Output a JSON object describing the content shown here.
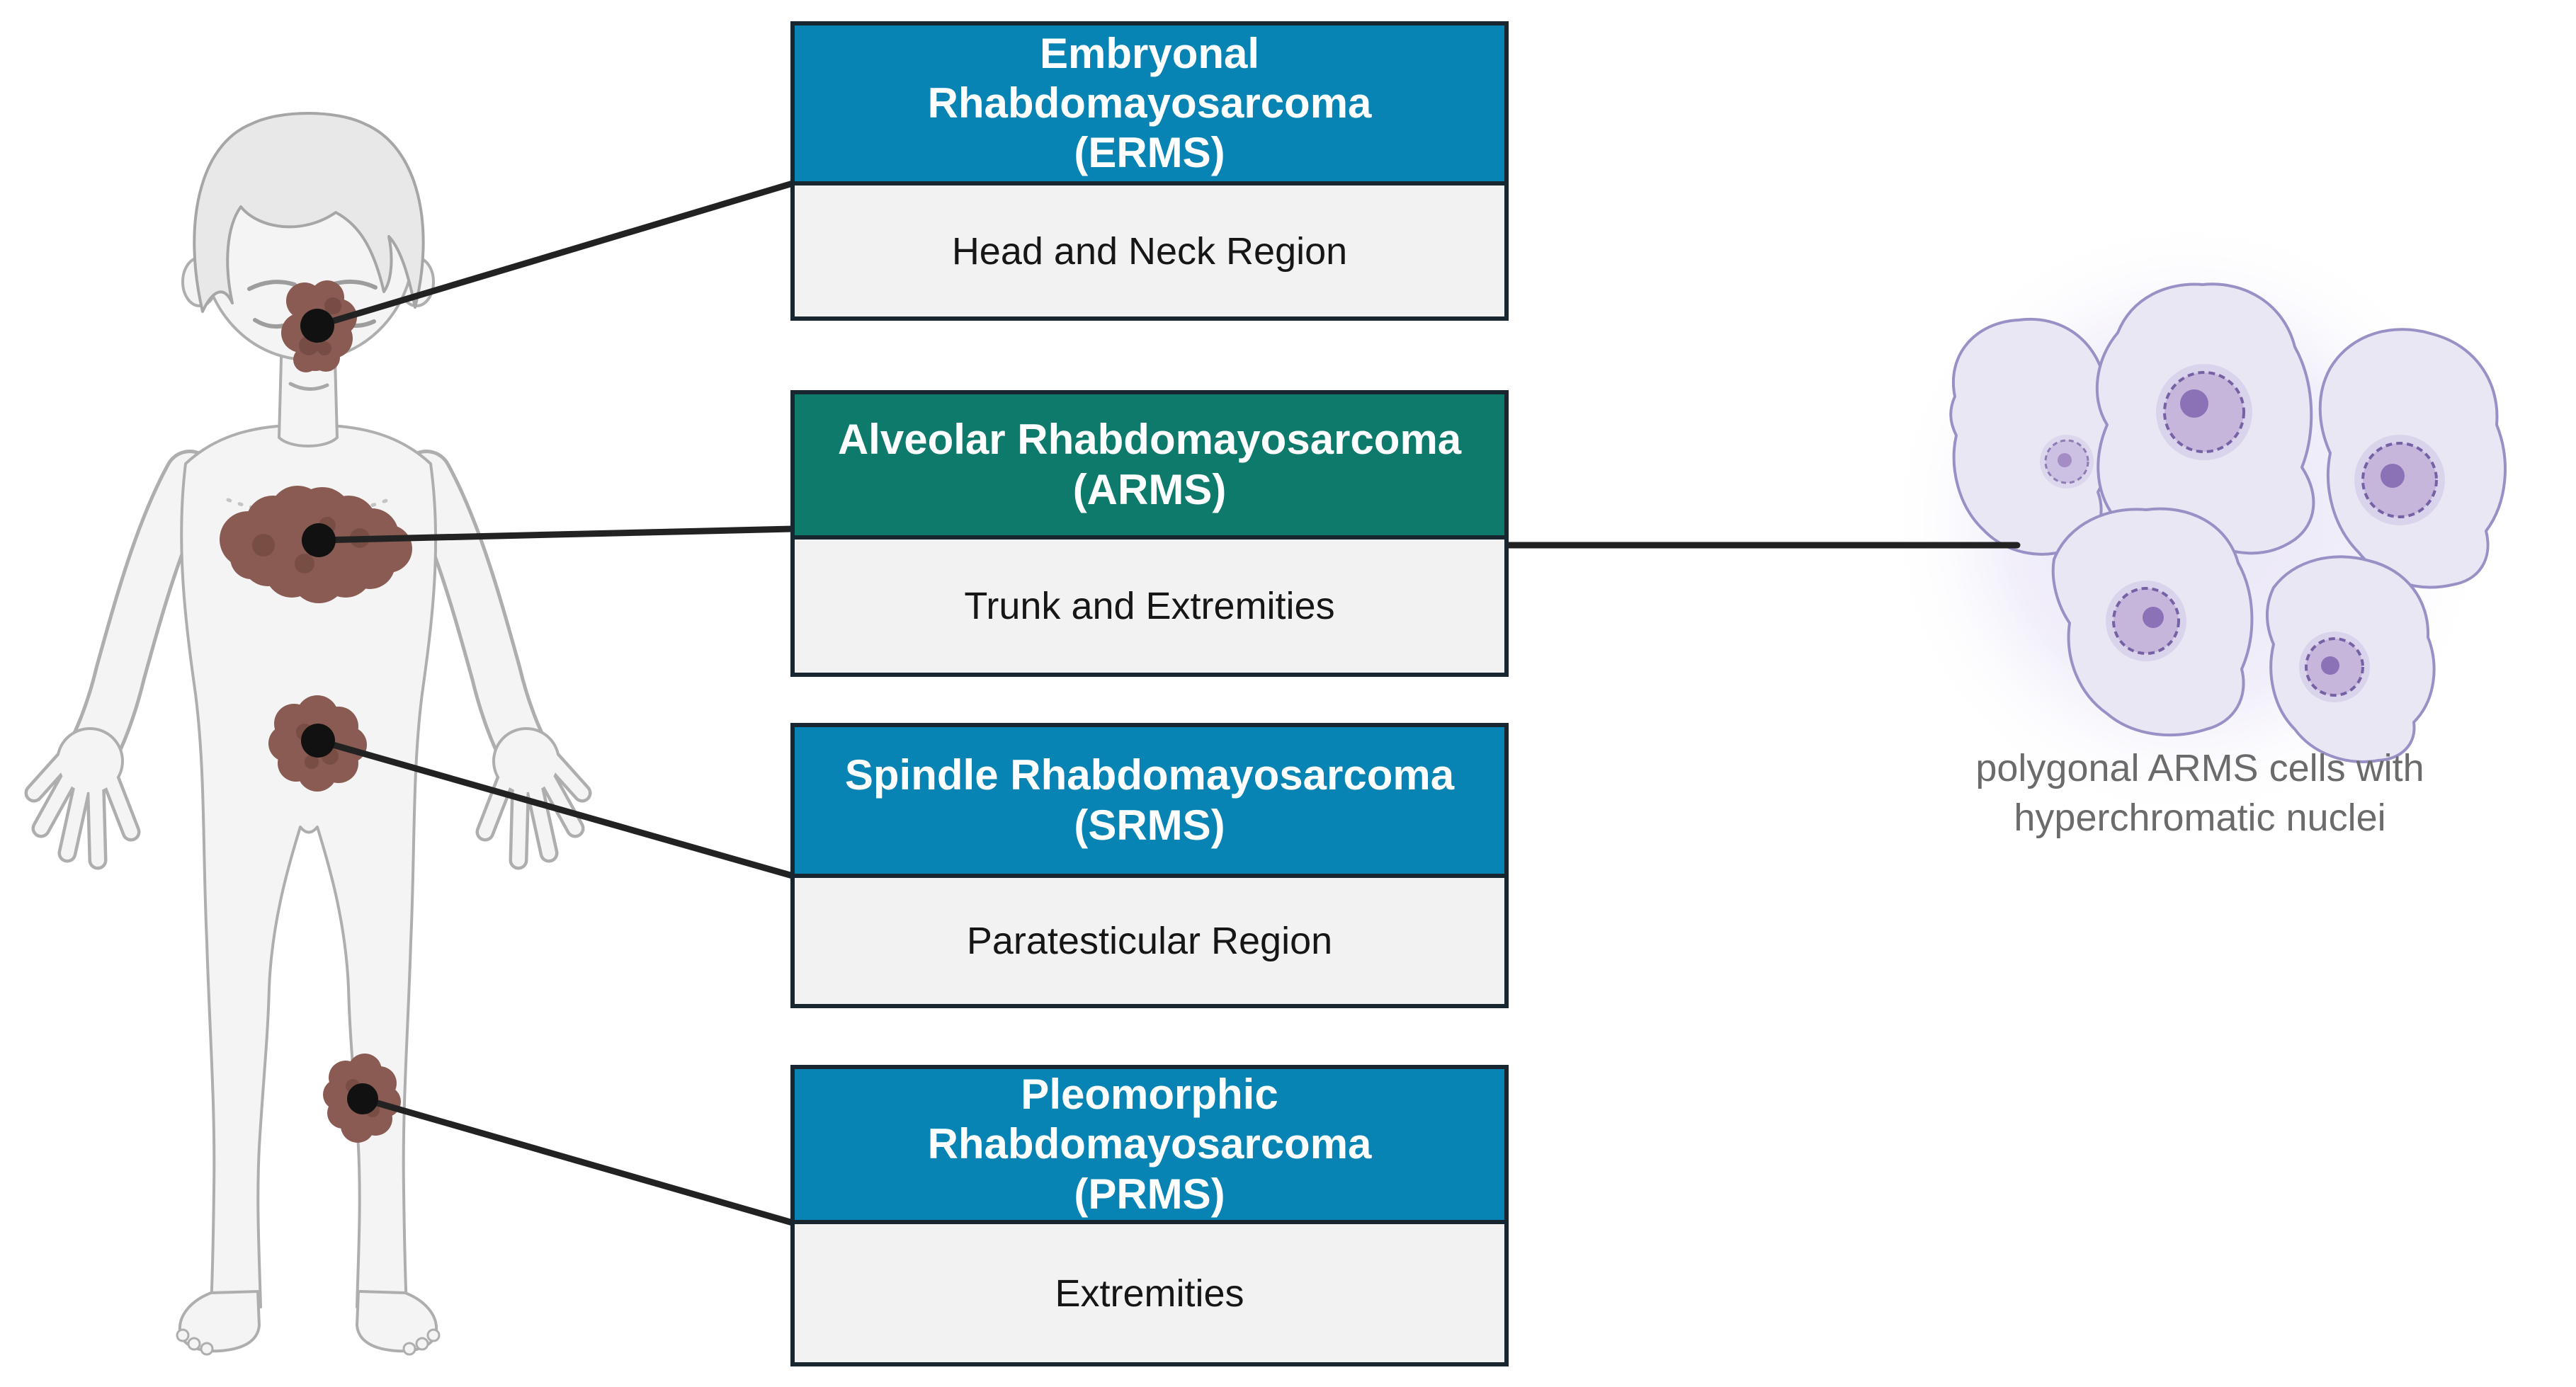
{
  "diagram": {
    "types": [
      {
        "name": "ERMS",
        "title": "Embryonal\nRhabdomayosarcoma\n(ERMS)",
        "location": "Head and Neck Region",
        "header_color": "#0884b4",
        "marker": "neck-tumor"
      },
      {
        "name": "ARMS",
        "title": "Alveolar Rhabdomayosarcoma\n(ARMS)",
        "location": "Trunk and Extremities",
        "header_color": "#0e7a6c",
        "marker": "trunk-tumor"
      },
      {
        "name": "SRMS",
        "title": "Spindle Rhabdomayosarcoma\n(SRMS)",
        "location": "Paratesticular Region",
        "header_color": "#0884b4",
        "marker": "paratesticular-tumor"
      },
      {
        "name": "PRMS",
        "title": "Pleomorphic\nRhabdomayosarcoma\n(PRMS)",
        "location": "Extremities",
        "header_color": "#0884b4",
        "marker": "knee-tumor"
      }
    ],
    "cells_caption": "polygonal ARMS cells with\nhyperchromatic nuclei",
    "markers": [
      "neck-tumor",
      "trunk-tumor",
      "paratesticular-tumor",
      "knee-tumor"
    ],
    "colors": {
      "blue_header": "#0884b4",
      "green_header": "#0e7a6c",
      "location_bg": "#f2f2f2",
      "box_border": "#17262f",
      "connector": "#222222",
      "header_text": "#ffffff",
      "location_text": "#161616",
      "caption_text": "#6b6b6b",
      "tumor": "#8a5b53",
      "tumor_dark": "#70483f",
      "figure_fill": "#f4f4f4",
      "figure_outline": "#aeaeae",
      "hair_fill": "#e8e8e8",
      "cell_fill": "#eae7f5",
      "cell_outline": "#9891c5",
      "nucleus_fill": "#c6b6dc",
      "nucleus_border": "#7661a5",
      "nucleolus_fill": "#8b71b6"
    }
  }
}
